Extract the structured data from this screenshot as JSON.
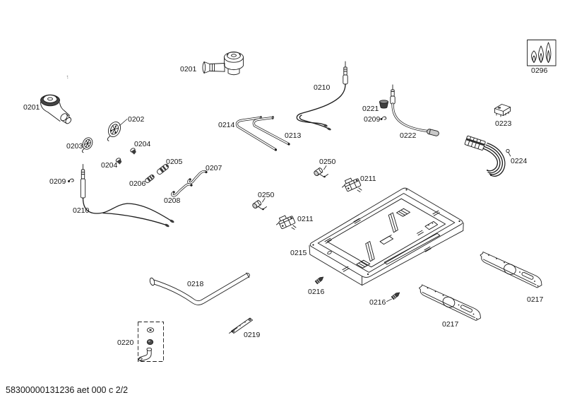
{
  "page": {
    "background": "#ffffff",
    "line_color": "#1c1c1c",
    "footer_code": "58300000131236 aet 000 c 2/2"
  },
  "legend": {
    "icon": "gas-flame-icon",
    "code": "0296"
  },
  "labels": {
    "l0201_top": "0201",
    "l0201_left": "0201",
    "l0202": "0202",
    "l0203": "0203",
    "l0204_a": "0204",
    "l0204_b": "0204",
    "l0205": "0205",
    "l0206": "0206",
    "l0207": "0207",
    "l0208": "0208",
    "l0209_left": "0209",
    "l0209_mid": "0209",
    "l0210_left": "0210",
    "l0210_top": "0210",
    "l0211_upper": "0211",
    "l0211_lower": "0211",
    "l0213": "0213",
    "l0214": "0214",
    "l0215": "0215",
    "l0216_left": "0216",
    "l0216_right": "0216",
    "l0217_right": "0217",
    "l0217_lower": "0217",
    "l0218": "0218",
    "l0219": "0219",
    "l0220": "0220",
    "l0221": "0221",
    "l0222": "0222",
    "l0223": "0223",
    "l0224": "0224",
    "l0250_upper": "0250",
    "l0250_lower": "0250"
  }
}
